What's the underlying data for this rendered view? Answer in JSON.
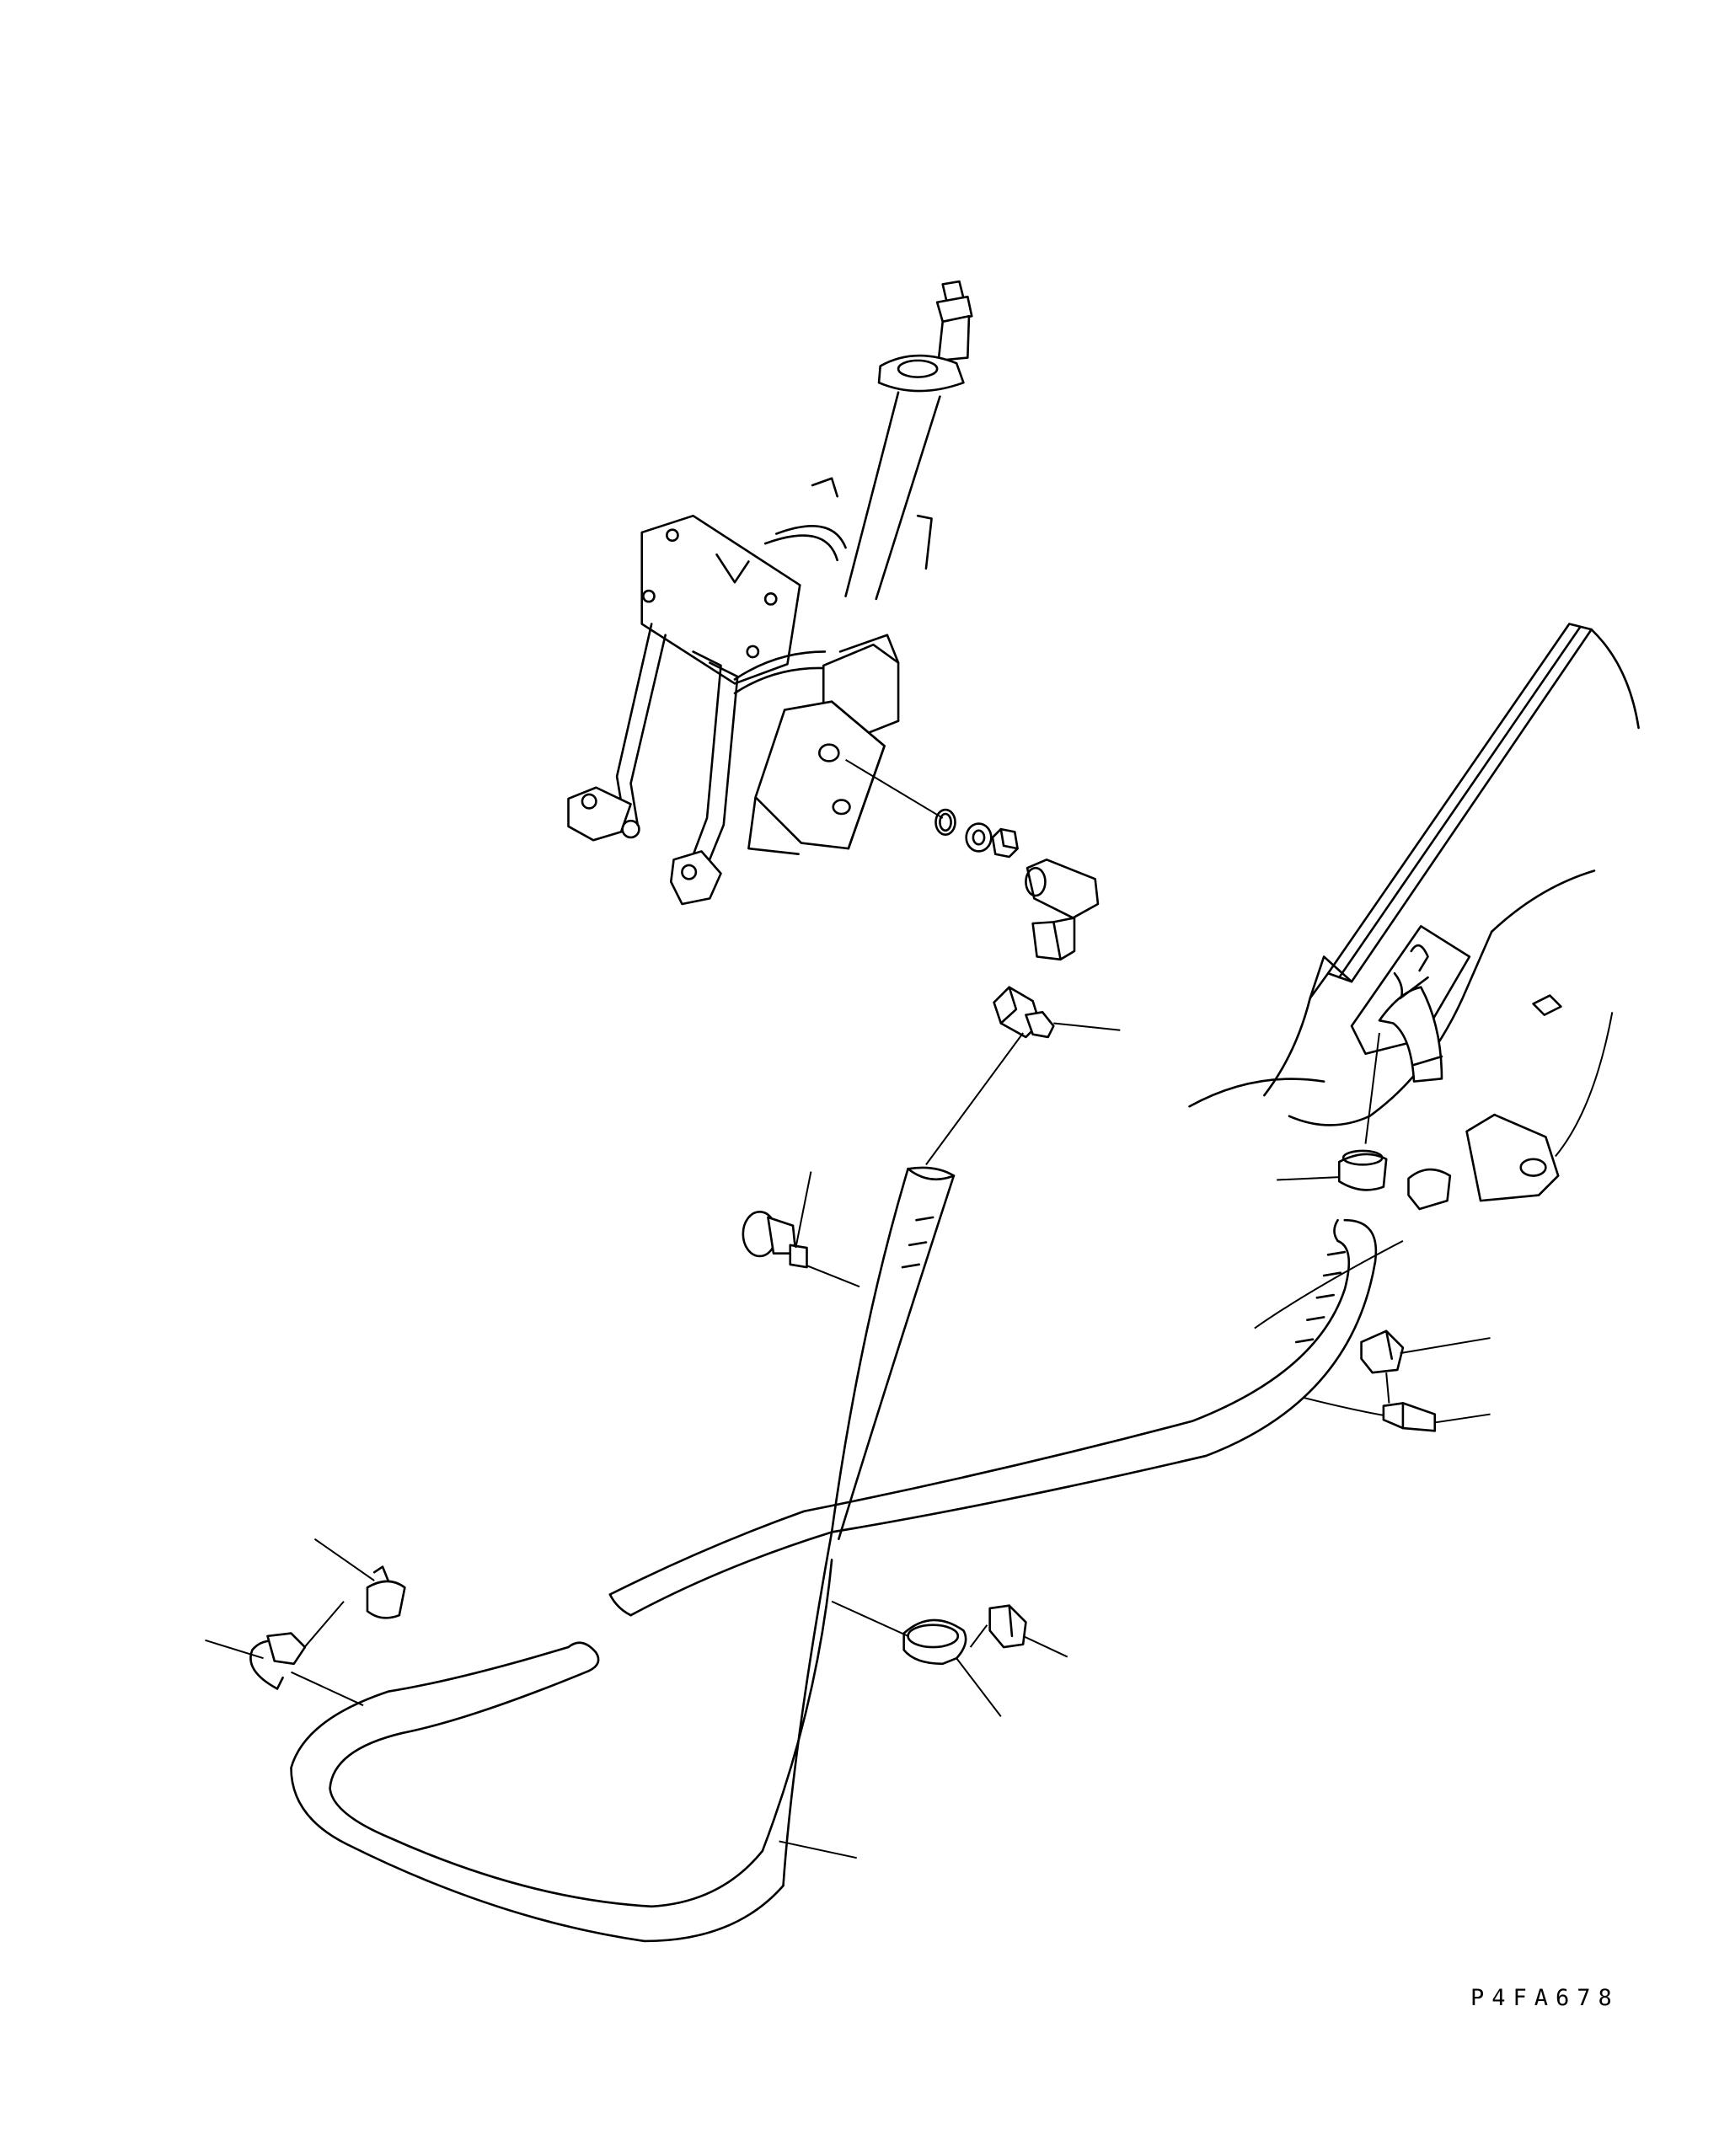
{
  "drawing": {
    "code": "P4FA678",
    "colors": {
      "line": "#000000",
      "background": "#ffffff"
    },
    "parts": [
      "steering-column",
      "mounting-bracket",
      "hydraulic-valve-block",
      "o-ring",
      "washer",
      "nut",
      "elbow-fitting",
      "straight-fitting",
      "frame-rail",
      "frame-panel",
      "drain-hose",
      "lower-hose",
      "upper-hose",
      "grommet",
      "hose-clamp"
    ]
  }
}
